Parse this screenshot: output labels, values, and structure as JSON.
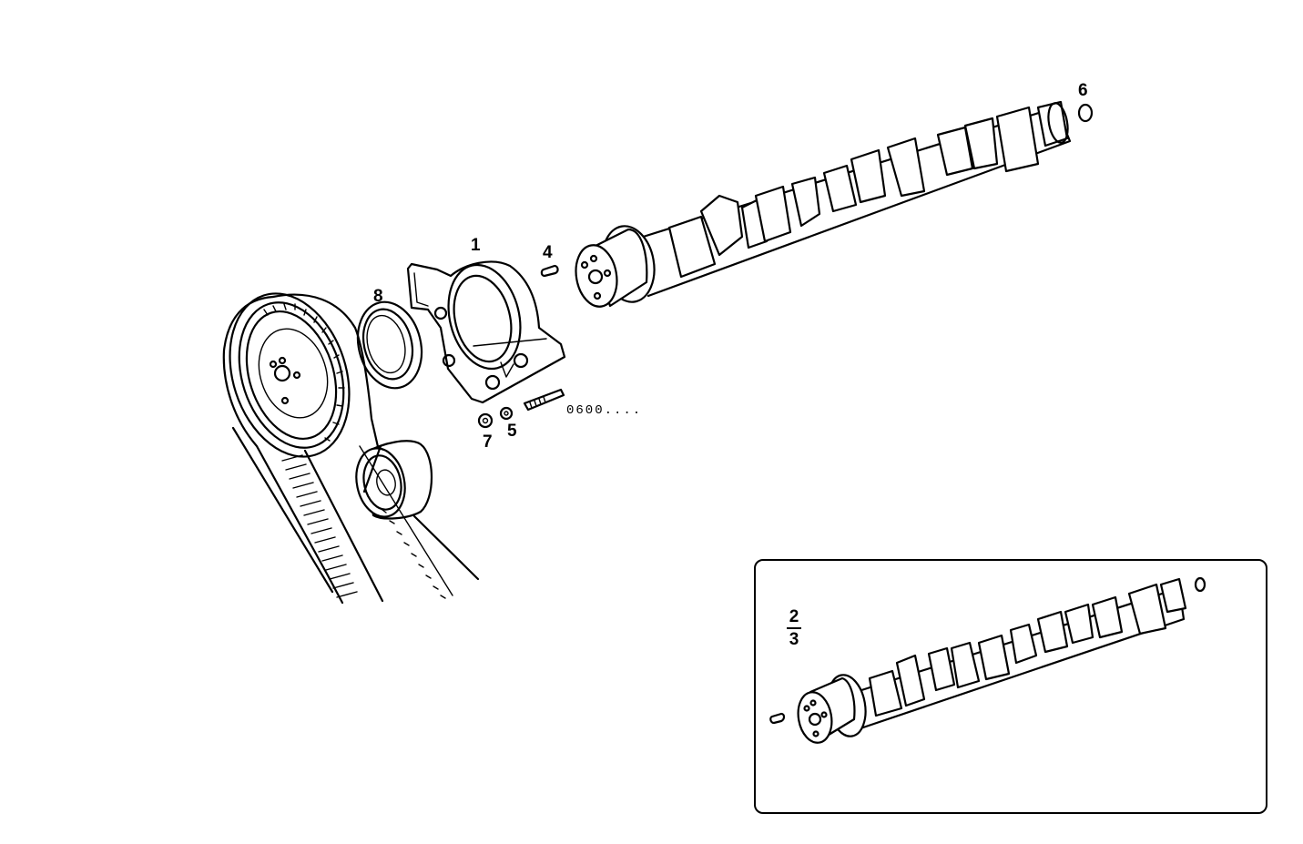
{
  "diagram": {
    "type": "exploded-parts-view",
    "subject": "camshaft assembly with timing belt drive",
    "callouts": [
      {
        "id": "1",
        "label": "1",
        "part": "camshaft bearing housing / front cover"
      },
      {
        "id": "4",
        "label": "4",
        "part": "dowel pin"
      },
      {
        "id": "5",
        "label": "5",
        "part": "washer"
      },
      {
        "id": "6",
        "label": "6",
        "part": "end plug"
      },
      {
        "id": "7",
        "label": "7",
        "part": "nut"
      },
      {
        "id": "8",
        "label": "8",
        "part": "oil seal ring"
      }
    ],
    "reference_code": "0600....",
    "inset": {
      "label_numerator": "2",
      "label_denominator": "3",
      "content": "camshaft variant"
    }
  }
}
